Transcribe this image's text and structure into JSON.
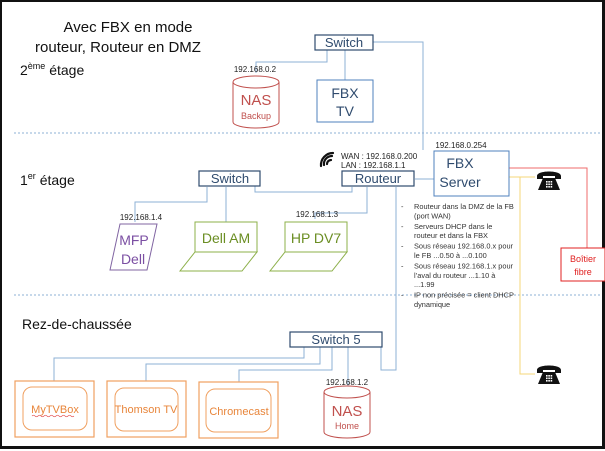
{
  "title": {
    "line1": "Avec FBX en mode",
    "line2": "routeur, Routeur en DMZ"
  },
  "floors": [
    {
      "id": "2eme",
      "base": "2",
      "sup": "ème",
      "label": " étage"
    },
    {
      "id": "1er",
      "base": "1",
      "sup": "er",
      "label": " étage"
    },
    {
      "id": "rdc",
      "label": "Rez-de-chaussée"
    }
  ],
  "devices": {
    "switch_top": {
      "label": "Switch"
    },
    "nas_backup": {
      "name": "NAS",
      "sub": "Backup",
      "ip": "192.168.0.2"
    },
    "fbx_tv": {
      "line1": "FBX",
      "line2": "TV"
    },
    "fbx_server": {
      "line1": "FBX",
      "line2": "Server",
      "ip": "192.168.0.254"
    },
    "routeur": {
      "label": "Routeur",
      "wan": "WAN : 192.168.0.200",
      "lan": "LAN   : 192.168.1.1"
    },
    "switch_mid": {
      "label": "Switch"
    },
    "mfp_dell": {
      "line1": "MFP",
      "line2": "Dell",
      "ip": "192.168.1.4"
    },
    "dell_am": {
      "label": "Dell AM"
    },
    "hp_dv7": {
      "label": "HP DV7",
      "ip": "192.168.1.3"
    },
    "boitier_fibre": {
      "line1": "Boîtier",
      "line2": "fibre"
    },
    "switch5": {
      "label": "Switch 5"
    },
    "nas_home": {
      "name": "NAS",
      "sub": "Home",
      "ip": "192.168.1.2"
    },
    "mytvbox": {
      "label": "MyTVBox"
    },
    "thomson_tv": {
      "label": "Thomson TV"
    },
    "chromecast": {
      "label": "Chromecast"
    }
  },
  "notes": [
    {
      "bullet": "-",
      "lines": [
        "Routeur dans la DMZ de la FB",
        "(port WAN)"
      ]
    },
    {
      "bullet": "-",
      "lines": [
        "Serveurs DHCP dans le",
        "routeur et dans la FBX"
      ]
    },
    {
      "bullet": "-",
      "lines": [
        "Sous réseau 192.168.0.x pour",
        "le FB ...0.50 à ...0.100"
      ]
    },
    {
      "bullet": "-",
      "lines": [
        "Sous réseau 192.168.1.x pour",
        "l’aval du routeur ...1.10 à",
        "...1.99"
      ]
    },
    {
      "bullet": "-",
      "lines": [
        "IP non précisée = client DHCP",
        "dynamique"
      ]
    }
  ],
  "icons": {
    "wifi": "wifi-icon",
    "phone": "telephone-icon"
  },
  "colors": {
    "network_line": "#8eb0d6",
    "switch_border": "#2f4b6e",
    "device_blue": "#4f81bd",
    "laptop_green": "#8db04a",
    "printer_purple": "#8064a2",
    "nas_red": "#c0504d",
    "fibre_red": "#e02020",
    "phone_line": "#f5d77a",
    "tv_orange": "#f0a060",
    "floor_divider": "#8eb0d6"
  }
}
